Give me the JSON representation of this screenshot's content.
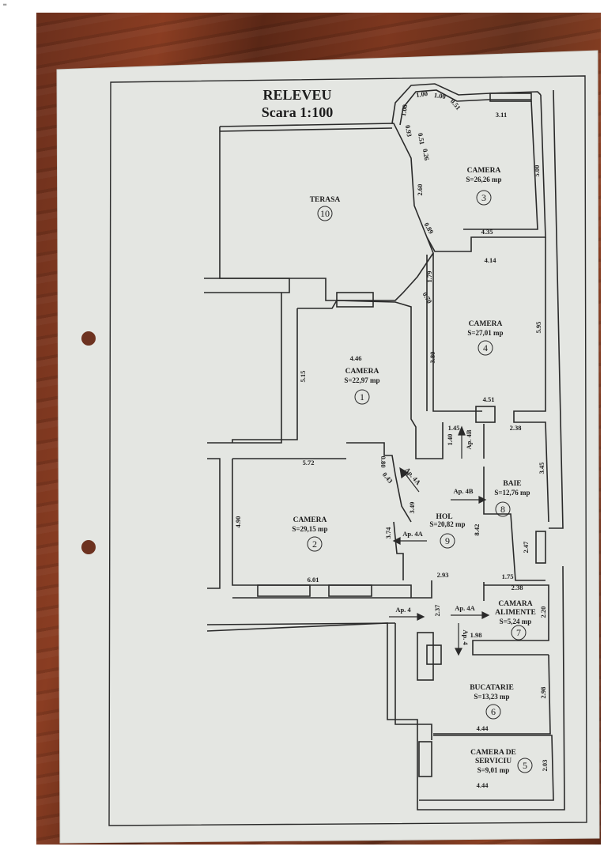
{
  "corner_mark": "═",
  "title": "RELEVEU",
  "scale": "Scara 1:100",
  "rooms": [
    {
      "id": "r1",
      "name": "CAMERA",
      "area": "S=22,97 mp",
      "number": "1"
    },
    {
      "id": "r2",
      "name": "CAMERA",
      "area": "S=29,15 mp",
      "number": "2"
    },
    {
      "id": "r3",
      "name": "CAMERA",
      "area": "S=26,26 mp",
      "number": "3"
    },
    {
      "id": "r4",
      "name": "CAMERA",
      "area": "S=27,01 mp",
      "number": "4"
    },
    {
      "id": "r5",
      "name": "CAMERA DE SERVICIU",
      "name_line1": "CAMERA DE",
      "name_line2": "SERVICIU",
      "area": "S=9,01 mp",
      "number": "5"
    },
    {
      "id": "r6",
      "name": "BUCATARIE",
      "area": "S=13,23 mp",
      "number": "6"
    },
    {
      "id": "r7",
      "name": "CAMARA ALIMENTE",
      "name_line1": "CAMARA",
      "name_line2": "ALIMENTE",
      "area": "S=5,24 mp",
      "number": "7"
    },
    {
      "id": "r8",
      "name": "BAIE",
      "area": "S=12,76 mp",
      "number": "8"
    },
    {
      "id": "r9",
      "name": "HOL",
      "area": "S=20,82 mp",
      "number": "9"
    },
    {
      "id": "r10",
      "name": "TERASA",
      "area": "",
      "number": "10"
    }
  ],
  "dimensions": {
    "d_1_00a": "1.00",
    "d_1_00b": "1.00",
    "d_1_00c": "1.00",
    "d_0_51a": "0.51",
    "d_0_51b": "0.51",
    "d_0_93": "0.93",
    "d_0_26": "0.26",
    "d_2_60": "2.60",
    "d_0_89": "0.89",
    "d_3_11": "3.11",
    "d_5_00": "5.00",
    "d_4_35": "4.35",
    "d_4_14": "4.14",
    "d_1_79": "1.79",
    "d_0_70": "0.70",
    "d_5_95": "5.95",
    "d_3_80": "3.80",
    "d_4_51": "4.51",
    "d_4_46": "4.46",
    "d_5_15": "5.15",
    "d_1_45": "1.45",
    "d_1_40": "1.40",
    "d_2_38a": "2.38",
    "d_3_45": "3.45",
    "d_5_72": "5.72",
    "d_0_80": "0.80",
    "d_0_43": "0.43",
    "d_3_49": "3.49",
    "d_4_90": "4.90",
    "d_3_74": "3.74",
    "d_8_42": "8.42",
    "d_2_47": "2.47",
    "d_1_75": "1.75",
    "d_2_38b": "2.38",
    "d_6_01": "6.01",
    "d_2_93": "2.93",
    "d_2_37": "2.37",
    "d_2_20": "2.20",
    "d_1_98": "1.98",
    "d_2_98": "2.98",
    "d_4_44a": "4.44",
    "d_2_03": "2.03",
    "d_4_44b": "4.44"
  },
  "passages": {
    "ap_4b_top": "Ap. 4B",
    "ap_4a_diag": "Ap. 4A",
    "ap_4b_baie": "Ap. 4B",
    "ap_4a_hol": "Ap. 4A",
    "ap_4_left": "Ap. 4",
    "ap_4a_camara": "Ap. 4A",
    "ap_4_down": "Ap. 4"
  },
  "colors": {
    "paper": "#e4e6e2",
    "line": "#2a2a2a",
    "wood": "#7a361f"
  }
}
